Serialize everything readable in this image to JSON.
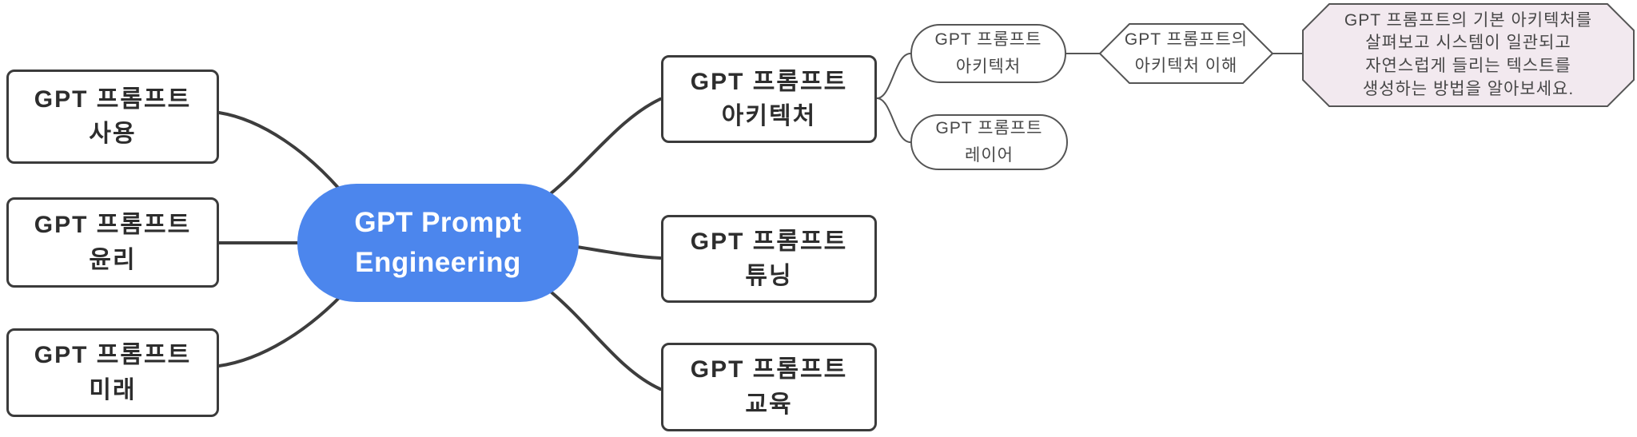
{
  "colors": {
    "root_fill": "#4c86ed",
    "root_text": "#ffffff",
    "node_border": "#3b3b3b",
    "node_text": "#2d2d2d",
    "edge_main": "#3d3d3d",
    "edge_sub": "#555555",
    "sub_border": "#555555",
    "sub_text": "#474747",
    "shape_fill": "#ffffff",
    "detail_fill": "#f2e9ef",
    "background": "#ffffff"
  },
  "root": {
    "line1": "GPT Prompt",
    "line2": "Engineering"
  },
  "left_nodes": [
    {
      "id": "usage",
      "line1": "GPT 프롬프트",
      "line2": "사용"
    },
    {
      "id": "ethics",
      "line1": "GPT 프롬프트",
      "line2": "윤리"
    },
    {
      "id": "future",
      "line1": "GPT 프롬프트",
      "line2": "미래"
    }
  ],
  "right_nodes": [
    {
      "id": "architecture",
      "line1": "GPT 프롬프트",
      "line2": "아키텍처"
    },
    {
      "id": "tuning",
      "line1": "GPT 프롬프트",
      "line2": "튜닝"
    },
    {
      "id": "education",
      "line1": "GPT 프롬프트",
      "line2": "교육"
    }
  ],
  "sub_nodes": [
    {
      "id": "sub-architecture",
      "line1": "GPT 프롬프트",
      "line2": "아키텍처"
    },
    {
      "id": "sub-layer",
      "line1": "GPT 프롬프트",
      "line2": "레이어"
    }
  ],
  "hexagon": {
    "line1": "GPT 프롬프트의",
    "line2": "아키텍처 이해"
  },
  "detail": {
    "lines": [
      "GPT 프롬프트의 기본 아키텍처를",
      "살펴보고 시스템이 일관되고",
      "자연스럽게 들리는 텍스트를",
      "생성하는 방법을 알아보세요."
    ]
  }
}
